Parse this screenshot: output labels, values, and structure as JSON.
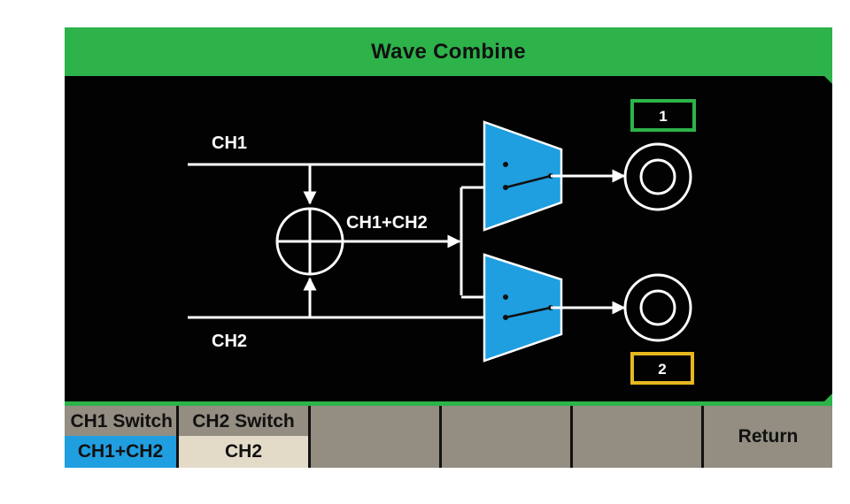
{
  "header": {
    "title": "Wave Combine"
  },
  "diagram": {
    "ch1_label": "CH1",
    "ch2_label": "CH2",
    "sum_label": "CH1+CH2",
    "output1_label": "1",
    "output2_label": "2",
    "colors": {
      "mux": "#1f9ee0",
      "output1_border": "#2db34a",
      "output2_border": "#e6b820",
      "lines": "#ffffff",
      "background": "#020202"
    }
  },
  "softkeys": [
    {
      "label": "CH1 Switch",
      "value": "CH1+CH2",
      "selected": true
    },
    {
      "label": "CH2 Switch",
      "value": "CH2"
    },
    {
      "label": ""
    },
    {
      "label": ""
    },
    {
      "label": ""
    },
    {
      "label": "Return"
    }
  ],
  "colors": {
    "title_bar": "#2db34a",
    "softkey_bg": "#938d82"
  }
}
